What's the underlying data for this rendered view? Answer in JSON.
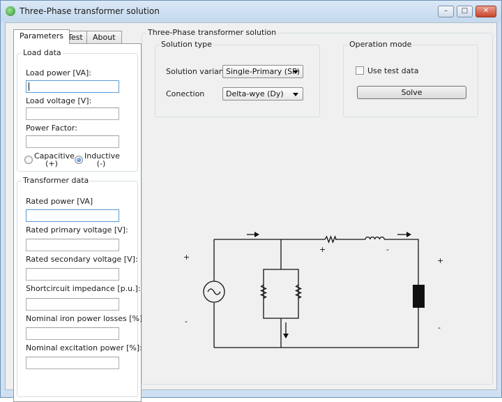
{
  "window": {
    "title": "Three-Phase transformer solution",
    "controls": {
      "minimize": "–",
      "maximize": "□",
      "close": "✕"
    }
  },
  "tabs": [
    {
      "label": "Parameters",
      "active": true
    },
    {
      "label": "Test",
      "active": false
    },
    {
      "label": "About",
      "active": false
    }
  ],
  "load_data": {
    "title": "Load data",
    "load_power": {
      "label": "Load power [VA]:",
      "value": ""
    },
    "load_voltage": {
      "label": "Load voltage [V]:",
      "value": ""
    },
    "power_factor": {
      "label": "Power Factor:",
      "value": ""
    },
    "capacitive": {
      "line1": "Capacitive",
      "line2": "(+)",
      "checked": false
    },
    "inductive": {
      "line1": "Inductive",
      "line2": "(-)",
      "checked": true
    }
  },
  "transformer_data": {
    "title": "Transformer data",
    "rated_power": {
      "label": "Rated power  [VA]",
      "value": ""
    },
    "rated_primary_voltage": {
      "label": "Rated primary voltage [V]:",
      "value": ""
    },
    "rated_secondary_voltage": {
      "label": "Rated secondary voltage [V]:",
      "value": ""
    },
    "shortcircuit_impedance": {
      "label": "Shortcircuit impedance [p.u.]:",
      "value": ""
    },
    "iron_losses": {
      "label": "Nominal iron power losses [%]:",
      "value": ""
    },
    "excitation_power": {
      "label": "Nominal excitation power [%]:",
      "value": ""
    }
  },
  "solution_panel": {
    "title": "Three-Phase transformer solution",
    "solution_type": {
      "title": "Solution type",
      "variant_label": "Solution variant",
      "variant_value": "Single-Primary (SP)",
      "connection_label": "Conection",
      "connection_value": "Delta-wye (Dy)"
    },
    "operation_mode": {
      "title": "Operation mode",
      "use_test_data_label": "Use test data",
      "use_test_data_checked": false,
      "solve_label": "Solve"
    }
  },
  "circuit": {
    "plus_left": "+",
    "minus_left": "-",
    "plus_series": "+",
    "minus_series": "-",
    "plus_right": "+",
    "minus_right": "-"
  },
  "colors": {
    "window_frame": "#cfe0f2",
    "client_bg": "#f0f0f0",
    "group_border": "#d5dfe5",
    "close_button": "#c8452a"
  }
}
